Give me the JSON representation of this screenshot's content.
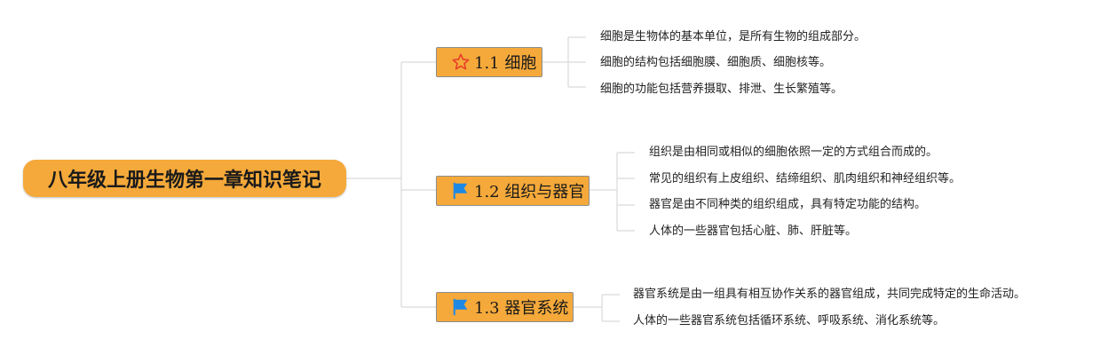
{
  "root": {
    "title": "八年级上册生物第一章知识笔记"
  },
  "branches": [
    {
      "icon": "star-icon",
      "label": "1.1 细胞",
      "notes": [
        "细胞是生物体的基本单位，是所有生物的组成部分。",
        "细胞的结构包括细胞膜、细胞质、细胞核等。",
        "细胞的功能包括营养摄取、排泄、生长繁殖等。"
      ]
    },
    {
      "icon": "flag-icon",
      "label": "1.2 组织与器官",
      "notes": [
        "组织是由相同或相似的细胞依照一定的方式组合而成的。",
        "常见的组织有上皮组织、结缔组织、肌肉组织和神经组织等。",
        "器官是由不同种类的组织组成，具有特定功能的结构。",
        "人体的一些器官包括心脏、肺、肝脏等。"
      ]
    },
    {
      "icon": "flag-icon",
      "label": "1.3 器官系统",
      "notes": [
        "器官系统是由一组具有相互协作关系的器官组成，共同完成特定的生命活动。",
        "人体的一些器官系统包括循环系统、呼吸系统、消化系统等。"
      ]
    }
  ],
  "colors": {
    "node_fill": "#f5a93a",
    "connector": "#d9d9d9",
    "star_outline": "#e8402a",
    "flag": "#1e88e5"
  }
}
